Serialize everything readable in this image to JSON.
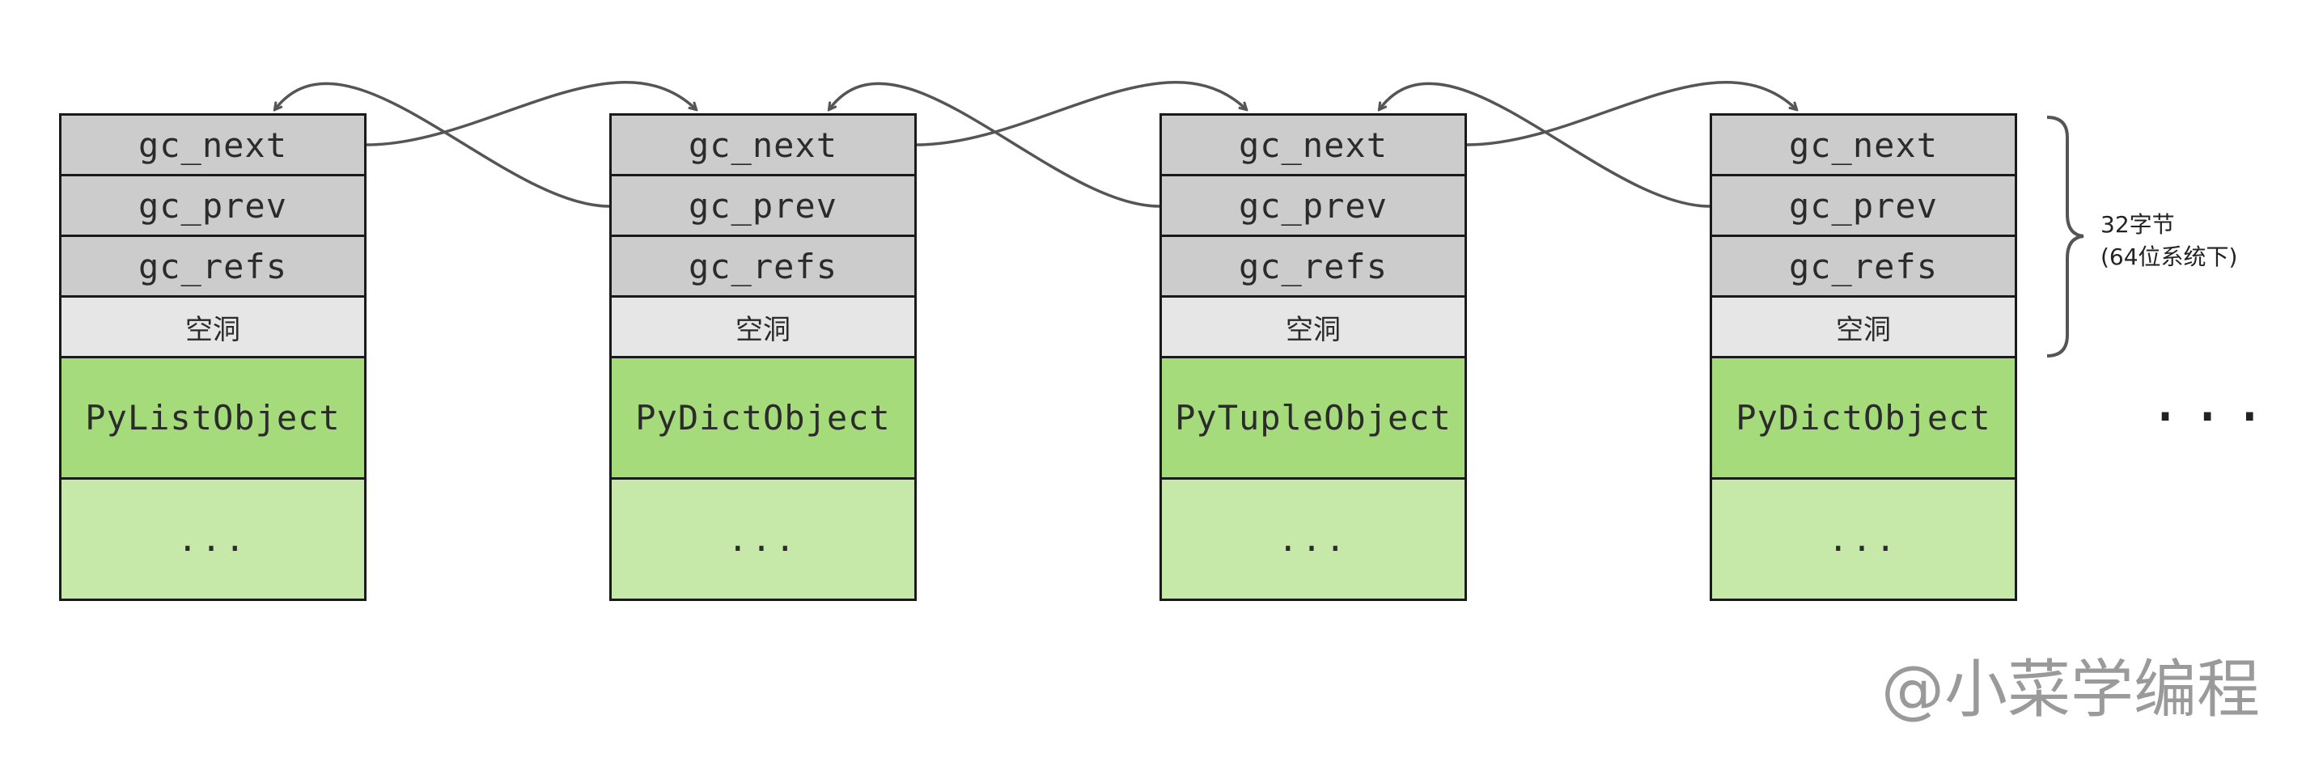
{
  "blocks": [
    {
      "gc_next": "gc_next",
      "gc_prev": "gc_prev",
      "gc_refs": "gc_refs",
      "gap": "空洞",
      "object": "PyListObject",
      "rest": "..."
    },
    {
      "gc_next": "gc_next",
      "gc_prev": "gc_prev",
      "gc_refs": "gc_refs",
      "gap": "空洞",
      "object": "PyDictObject",
      "rest": "..."
    },
    {
      "gc_next": "gc_next",
      "gc_prev": "gc_prev",
      "gc_refs": "gc_refs",
      "gap": "空洞",
      "object": "PyTupleObject",
      "rest": "..."
    },
    {
      "gc_next": "gc_next",
      "gc_prev": "gc_prev",
      "gc_refs": "gc_refs",
      "gap": "空洞",
      "object": "PyDictObject",
      "rest": "..."
    }
  ],
  "brace_label": {
    "line1": "32字节",
    "line2": "(64位系统下)"
  },
  "trailing_ellipsis": "...",
  "watermark": "@小菜学编程",
  "colors": {
    "header_fill": "#cccccc",
    "gap_fill": "#e6e6e6",
    "object_fill": "#a5db7a",
    "rest_fill": "#c6e8a9",
    "arrow": "#555555"
  }
}
